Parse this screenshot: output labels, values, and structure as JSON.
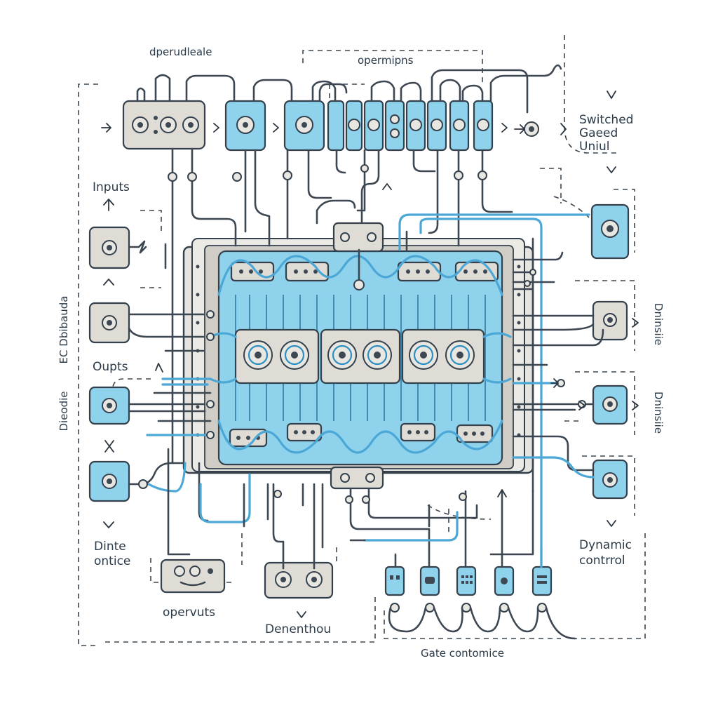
{
  "labels": {
    "top_left": "dperudleale",
    "top_center": "opermipns",
    "right_top": "Switched\nGaeed\nUniul",
    "left_inputs": "Inputs",
    "left_vertical": "EC Dbibauda",
    "left_outputs": "Oupts",
    "left_vertical_2": "Dieodie",
    "left_bottom": "Dinte\nontice",
    "bottom_left": "opervuts",
    "bottom_center": "Denenthou",
    "bottom_right": "Gate contomice",
    "right_dynamic": "Dynamic\ncontrrol",
    "right_vertical_1": "Dninsiie",
    "right_vertical_2": "Dninsiie"
  },
  "colors": {
    "accent_blue": "#8fd2ec",
    "wire_blue": "#4aa7d6",
    "panel_grey": "#dedcd5",
    "ink": "#34414d"
  }
}
